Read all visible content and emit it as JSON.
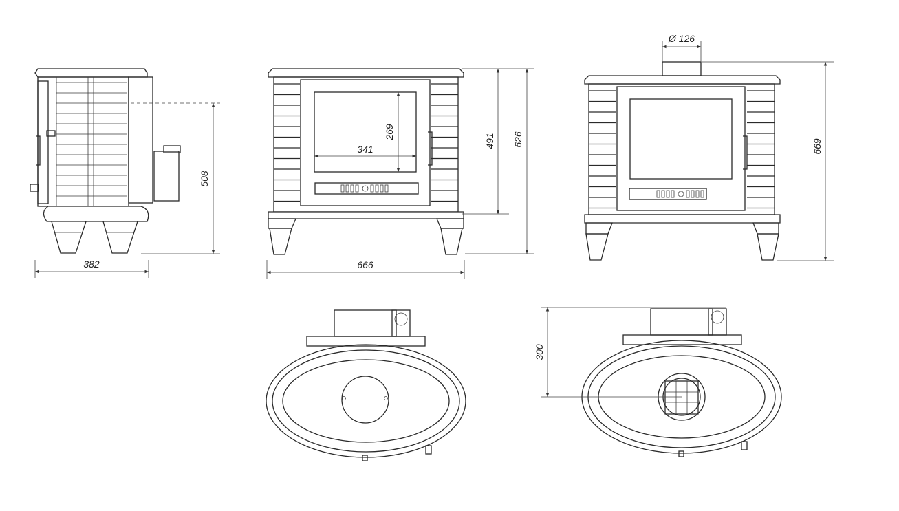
{
  "dimensions": {
    "side_width": "382",
    "side_height": "508",
    "front_width": "666",
    "front_window_width": "341",
    "front_window_height": "269",
    "front_door_height": "491",
    "front_total_height": "626",
    "flue_diameter": "Ø 126",
    "rear_total_height": "669",
    "top_depth": "300"
  },
  "colors": {
    "line": "#2a2a2a",
    "background": "#ffffff"
  }
}
